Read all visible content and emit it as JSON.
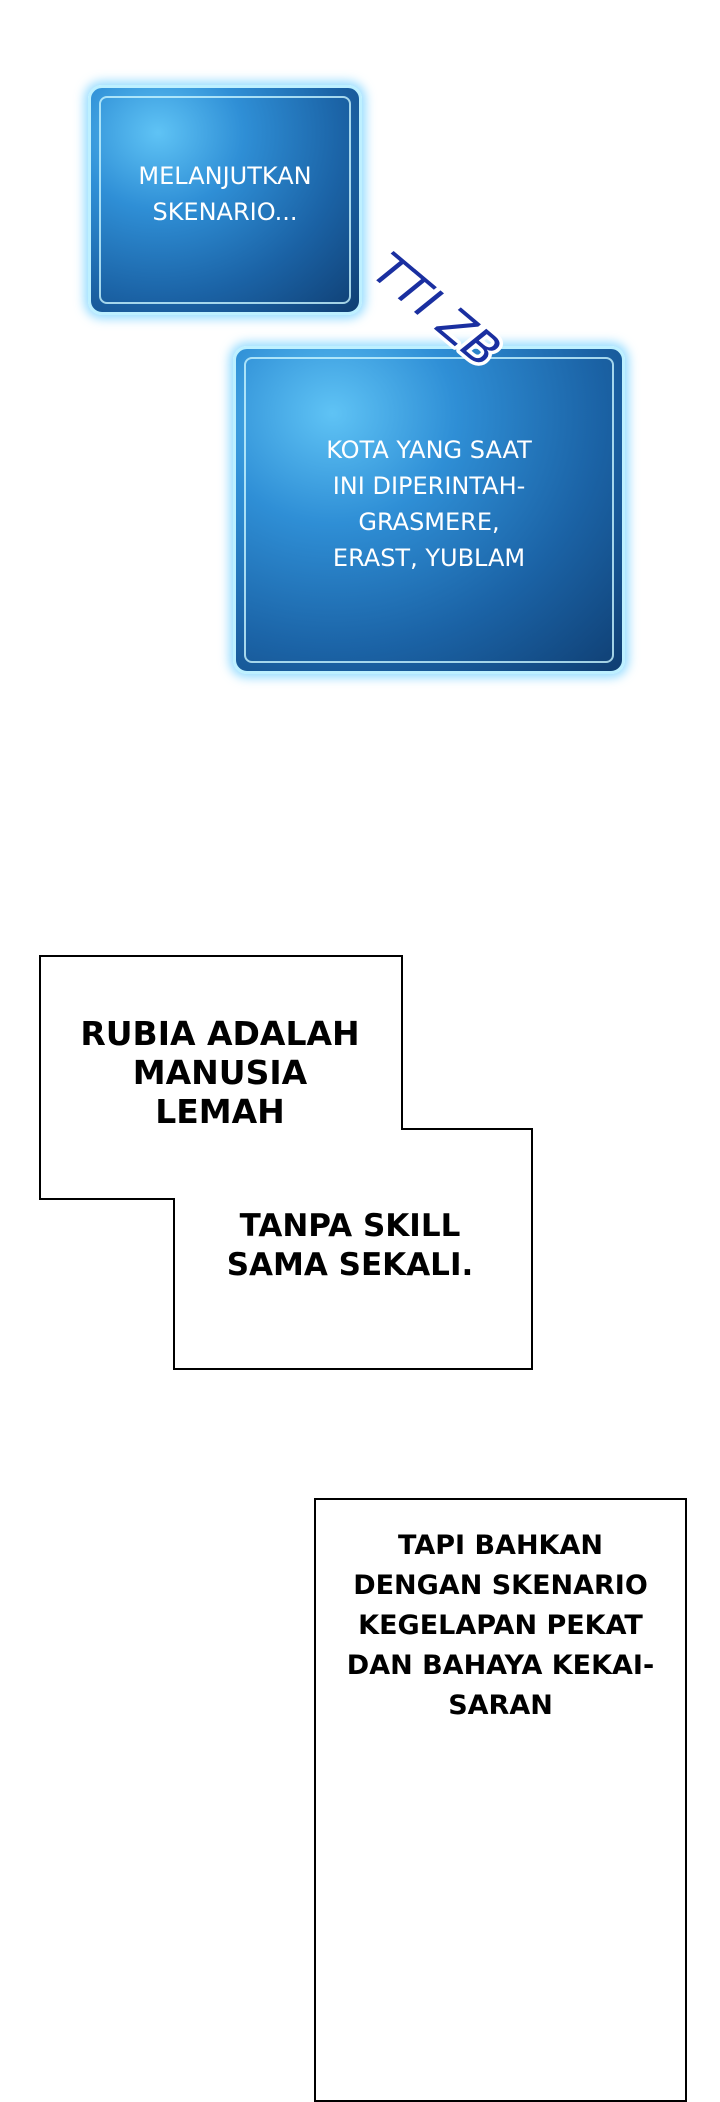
{
  "system_windows": [
    {
      "lines": [
        "MELANJUTKAN",
        "SKENARIO..."
      ]
    },
    {
      "lines": [
        "KOTA YANG SAAT",
        "INI DIPERINTAH-",
        "GRASMERE,",
        "ERAST, YUBLAM"
      ]
    }
  ],
  "sfx": {
    "text": "TTI ZB"
  },
  "narration_box_1": {
    "top_lines": [
      "RUBIA ADALAH",
      "MANUSIA",
      "LEMAH"
    ],
    "bottom_lines": [
      "TANPA SKILL",
      "SAMA SEKALI."
    ]
  },
  "narration_box_2": {
    "lines": [
      "TAPI BAHKAN",
      "DENGAN SKENARIO",
      "KEGELAPAN PEKAT",
      "DAN BAHAYA KEKAI-",
      "SARAN"
    ]
  },
  "colors": {
    "window_glow": "#bdf0ff",
    "window_fill": "#1b63a6",
    "sfx": "#1a2fa0"
  }
}
